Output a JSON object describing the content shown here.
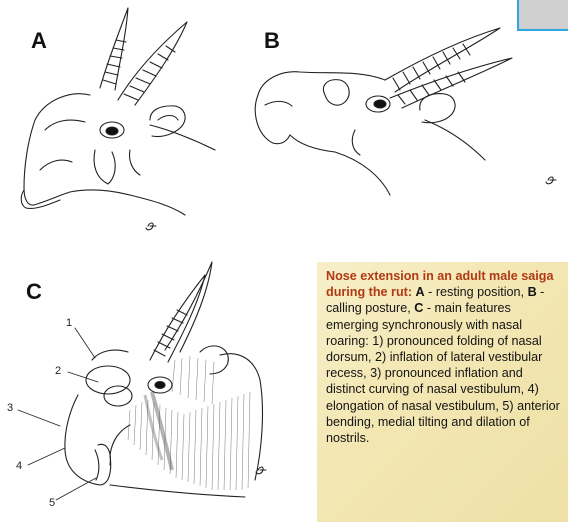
{
  "panels": {
    "a_label": "A",
    "b_label": "B",
    "c_label": "C"
  },
  "callouts": [
    "1",
    "2",
    "3",
    "4",
    "5"
  ],
  "signature": "ℓ",
  "caption": {
    "title": "Nose extension in an adult male saiga during the rut:",
    "a_key": "A",
    "a_text": " - resting position, ",
    "b_key": "B",
    "b_text": " - calling posture, ",
    "c_key": "C",
    "c_text": " - main features emerging synchronously with nasal roaring: 1) pronounced folding of nasal dorsum, 2) inflation of lateral vestibular recess, 3) pronounced inflation and distinct curving of nasal vestibulum, 4) elongation of nasal vestibulum, 5) anterior bending, medial tilting and dilation of nostrils."
  },
  "colors": {
    "caption_bg": "#f3e7b4",
    "caption_highlight": "#b03a14",
    "corner_border": "#2ea7e0"
  }
}
